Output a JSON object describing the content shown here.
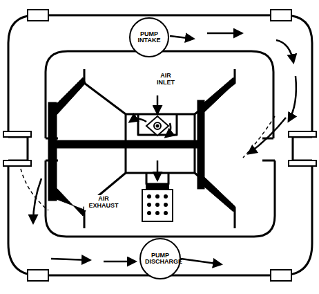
{
  "diagram": {
    "nodes": [
      {
        "text": [
          "PUMP INTAKE"
        ]
      },
      {
        "text": [
          "PUMP DISCHARGE"
        ]
      }
    ],
    "labels": [
      "AIR INLET",
      "AIR EXHAUST"
    ]
  }
}
